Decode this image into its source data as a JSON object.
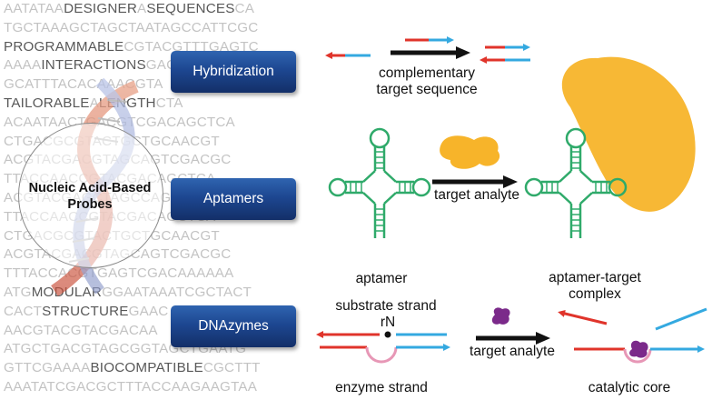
{
  "background_sequence": [
    [
      [
        "AATATAA",
        0
      ],
      [
        "DESIGNER",
        1
      ],
      [
        "A",
        0
      ],
      [
        "SEQUENCES",
        1
      ],
      [
        "CA",
        0
      ]
    ],
    [
      [
        "TGCTAAAGCTAGCTAATAGCCATTCGC",
        0
      ]
    ],
    [
      [
        "PROGRAMMABLE",
        1
      ],
      [
        "CGTACGTTTGAGTC",
        0
      ]
    ],
    [
      [
        "AAAA",
        0
      ],
      [
        "INTERACTIONS",
        1
      ],
      [
        "GACAT",
        0
      ]
    ],
    [
      [
        "GCATTTACACAAACGTA",
        0
      ]
    ],
    [
      [
        "TAILORABLE",
        1
      ],
      [
        "A",
        0
      ],
      [
        "LENGTH",
        1
      ],
      [
        "CTA",
        0
      ]
    ],
    [
      [
        "ACAATAACTGACGTCGACAGCTCA",
        0
      ]
    ],
    [
      [
        "CTGACGCGTACTGCTGCAACGT",
        0
      ]
    ],
    [
      [
        "ACGTACGACGTAGCAGTCGACGC",
        0
      ]
    ],
    [
      [
        "TTACCAACCGTACGACAGCTCA",
        0
      ]
    ],
    [
      [
        "ACGTACGAGCTAGCCAGTCGACGC",
        0
      ]
    ],
    [
      [
        "TTACCAACCGTACGACAGCTCA",
        0
      ]
    ],
    [
      [
        "CTGACGCGTACTGCTGCAACGT",
        0
      ]
    ],
    [
      [
        "ACGTACGACGTAGCAGTCGACGC",
        0
      ]
    ],
    [
      [
        "TTTACCACGTGAGTCGACAAAAAA",
        0
      ]
    ],
    [
      [
        "ATG",
        0
      ],
      [
        "MODULAR",
        1
      ],
      [
        "GGAATAAATCGCTACT",
        0
      ]
    ],
    [
      [
        "CACT",
        0
      ],
      [
        "STRUCTURE",
        1
      ],
      [
        "GAAC",
        0
      ]
    ],
    [
      [
        "AACGTACGTACGACAA",
        0
      ]
    ],
    [
      [
        "ATGCTGACGTAGCGGTAGCTGAATG",
        0
      ]
    ],
    [
      [
        "GTTCGAAAA",
        0
      ],
      [
        "BIOCOMPATIBLE",
        1
      ],
      [
        "CGCTTT",
        0
      ]
    ],
    [
      [
        "AAATATCGACGCTTTACCAAGAAGTAA",
        0
      ]
    ]
  ],
  "center_title": [
    "Nucleic Acid-Based",
    "Probes"
  ],
  "categories": [
    {
      "id": "hybridization",
      "label": "Hybridization"
    },
    {
      "id": "aptamers",
      "label": "Aptamers"
    },
    {
      "id": "dnazymes",
      "label": "DNAzymes"
    }
  ],
  "labels": {
    "complementary_1": "complementary",
    "complementary_2": "target sequence",
    "target_analyte_aptamer": "target analyte",
    "aptamer": "aptamer",
    "complex_1": "aptamer-target",
    "complex_2": "complex",
    "substrate_strand": "substrate strand",
    "rN": "rN",
    "target_analyte_dnazyme": "target analyte",
    "enzyme_strand": "enzyme strand",
    "catalytic_core": "catalytic core"
  },
  "colors": {
    "button": "#1d4791",
    "strand_red": "#e0342b",
    "strand_blue": "#34a9e0",
    "aptamer_green": "#2faa6a",
    "target_yellow": "#f7b42a",
    "analyte_purple": "#7b2a8a",
    "loop_pink": "#e797b6"
  }
}
